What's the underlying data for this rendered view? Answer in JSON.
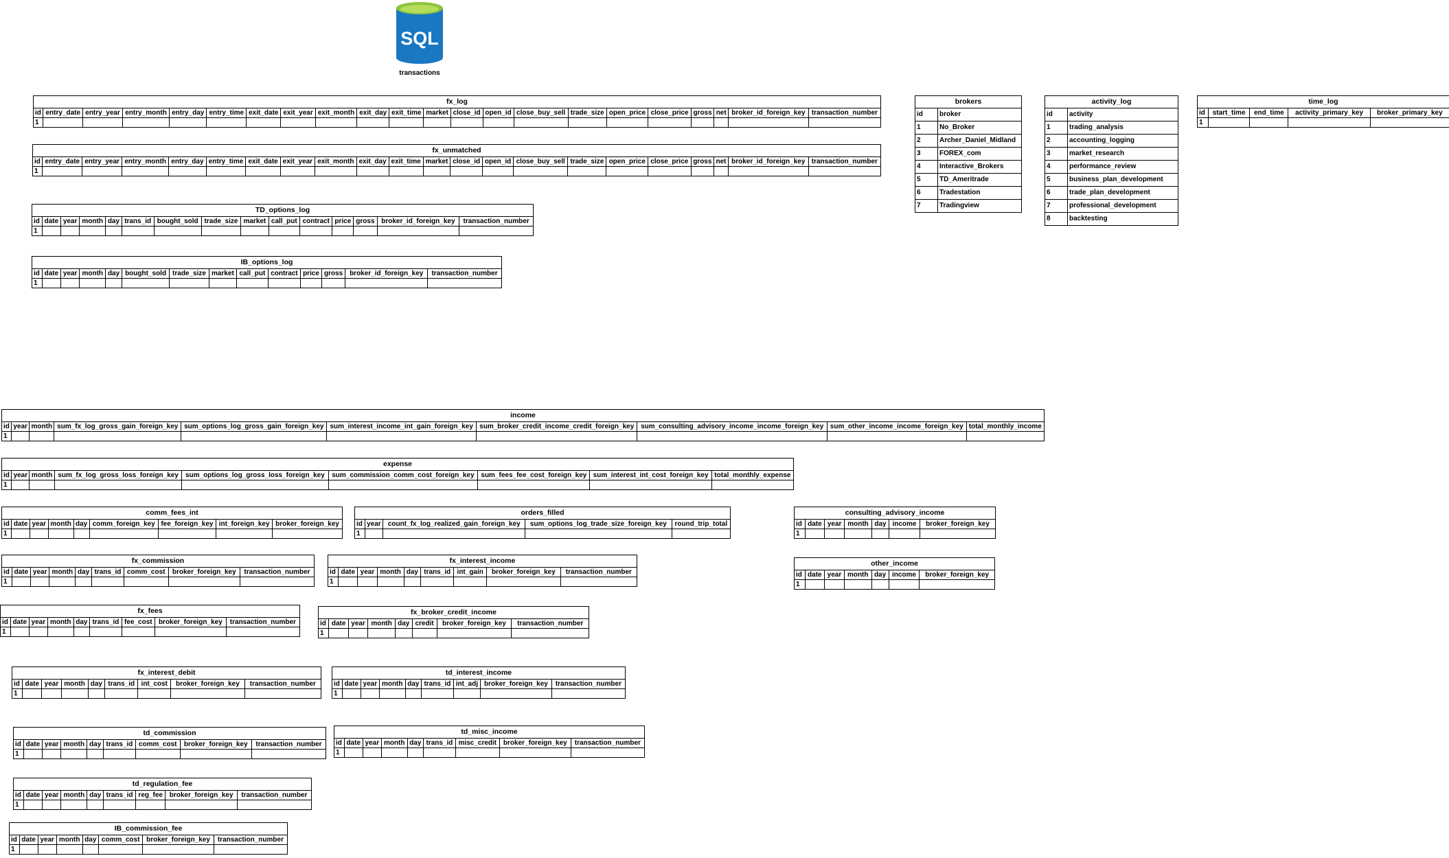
{
  "database": {
    "label": "transactions",
    "icon_text": "SQL",
    "icon": "database-cylinder-icon"
  },
  "colors": {
    "db_body": "#1a77c2",
    "db_top": "#8cc43d",
    "border": "#000000"
  },
  "tables": [
    {
      "id": "fx_log",
      "title": "fx_log",
      "columns": [
        "id",
        "entry_date",
        "entry_year",
        "entry_month",
        "entry_day",
        "entry_time",
        "exit_date",
        "exit_year",
        "exit_month",
        "exit_day",
        "exit_time",
        "market",
        "close_id",
        "open_id",
        "close_buy_sell",
        "trade_size",
        "open_price",
        "close_price",
        "gross",
        "net",
        "broker_id_foreign_key",
        "transaction_number"
      ],
      "rows": [
        [
          "1"
        ]
      ]
    },
    {
      "id": "fx_unmatched",
      "title": "fx_unmatched",
      "columns": [
        "id",
        "entry_date",
        "entry_year",
        "entry_month",
        "entry_day",
        "entry_time",
        "exit_date",
        "exit_year",
        "exit_month",
        "exit_day",
        "exit_time",
        "market",
        "close_id",
        "open_id",
        "close_buy_sell",
        "trade_size",
        "open_price",
        "close_price",
        "gross",
        "net",
        "broker_id_foreign_key",
        "transaction_number"
      ],
      "rows": [
        [
          "1"
        ]
      ]
    },
    {
      "id": "td_options_log",
      "title": "TD_options_log",
      "columns": [
        "id",
        "date",
        "year",
        "month",
        "day",
        "trans_id",
        "bought_sold",
        "trade_size",
        "market",
        "call_put",
        "contract",
        "price",
        "gross",
        "broker_id_foreign_key",
        "transaction_number"
      ],
      "rows": [
        [
          "1"
        ]
      ]
    },
    {
      "id": "ib_options_log",
      "title": "IB_options_log",
      "columns": [
        "id",
        "date",
        "year",
        "month",
        "day",
        "bought_sold",
        "trade_size",
        "market",
        "call_put",
        "contract",
        "price",
        "gross",
        "broker_id_foreign_key",
        "transaction_number"
      ],
      "rows": [
        [
          "1"
        ]
      ]
    },
    {
      "id": "time_log",
      "title": "time_log",
      "columns": [
        "id",
        "start_time",
        "end_time",
        "activity_primary_key",
        "broker_primary_key"
      ],
      "rows": [
        [
          "1"
        ]
      ]
    },
    {
      "id": "income",
      "title": "income",
      "columns": [
        "id",
        "year",
        "month",
        "sum_fx_log_gross_gain_foreign_key",
        "sum_options_log_gross_gain_foreign_key",
        "sum_interest_income_int_gain_foreign_key",
        "sum_broker_credit_income_credit_foreign_key",
        "sum_consulting_advisory_income_income_foreign_key",
        "sum_other_income_income_foreign_key",
        "total_monthly_income"
      ],
      "rows": [
        [
          "1"
        ]
      ]
    },
    {
      "id": "expense",
      "title": "expense",
      "columns": [
        "id",
        "year",
        "month",
        "sum_fx_log_gross_loss_foreign_key",
        "sum_options_log_gross_loss_foreign_key",
        "sum_commission_comm_cost_foreign_key",
        "sum_fees_fee_cost_foreign_key",
        "sum_interest_int_cost_foreign_key",
        "total_monthly_expense"
      ],
      "rows": [
        [
          "1"
        ]
      ]
    },
    {
      "id": "comm_fees_int",
      "title": "comm_fees_int",
      "columns": [
        "id",
        "date",
        "year",
        "month",
        "day",
        "comm_foreign_key",
        "fee_foreign_key",
        "int_foreign_key",
        "broker_foreign_key"
      ],
      "rows": [
        [
          "1"
        ]
      ]
    },
    {
      "id": "orders_filled",
      "title": "orders_filled",
      "columns": [
        "id",
        "year",
        "count_fx_log_realized_gain_foreign_key",
        "sum_options_log_trade_size_foreign_key",
        "round_trip_total"
      ],
      "rows": [
        [
          "1"
        ]
      ]
    },
    {
      "id": "consulting_advisory_income",
      "title": "consulting_advisory_income",
      "columns": [
        "id",
        "date",
        "year",
        "month",
        "day",
        "income",
        "broker_foreign_key"
      ],
      "rows": [
        [
          "1"
        ]
      ]
    },
    {
      "id": "fx_commission",
      "title": "fx_commission",
      "columns": [
        "id",
        "date",
        "year",
        "month",
        "day",
        "trans_id",
        "comm_cost",
        "broker_foreign_key",
        "transaction_number"
      ],
      "rows": [
        [
          "1"
        ]
      ]
    },
    {
      "id": "fx_interest_income",
      "title": "fx_interest_income",
      "columns": [
        "id",
        "date",
        "year",
        "month",
        "day",
        "trans_id",
        "int_gain",
        "broker_foreign_key",
        "transaction_number"
      ],
      "rows": [
        [
          "1"
        ]
      ]
    },
    {
      "id": "other_income",
      "title": "other_income",
      "columns": [
        "id",
        "date",
        "year",
        "month",
        "day",
        "income",
        "broker_foreign_key"
      ],
      "rows": [
        [
          "1"
        ]
      ]
    },
    {
      "id": "fx_fees",
      "title": "fx_fees",
      "columns": [
        "id",
        "date",
        "year",
        "month",
        "day",
        "trans_id",
        "fee_cost",
        "broker_foreign_key",
        "transaction_number"
      ],
      "rows": [
        [
          "1"
        ]
      ]
    },
    {
      "id": "fx_broker_credit_income",
      "title": "fx_broker_credit_income",
      "columns": [
        "id",
        "date",
        "year",
        "month",
        "day",
        "credit",
        "broker_foreign_key",
        "transaction_number"
      ],
      "rows": [
        [
          "1"
        ]
      ]
    },
    {
      "id": "fx_interest_debit",
      "title": "fx_interest_debit",
      "columns": [
        "id",
        "date",
        "year",
        "month",
        "day",
        "trans_id",
        "int_cost",
        "broker_foreign_key",
        "transaction_number"
      ],
      "rows": [
        [
          "1"
        ]
      ]
    },
    {
      "id": "td_interest_income",
      "title": "td_interest_income",
      "columns": [
        "id",
        "date",
        "year",
        "month",
        "day",
        "trans_id",
        "int_adj",
        "broker_foreign_key",
        "transaction_number"
      ],
      "rows": [
        [
          "1"
        ]
      ]
    },
    {
      "id": "td_commission",
      "title": "td_commission",
      "columns": [
        "id",
        "date",
        "year",
        "month",
        "day",
        "trans_id",
        "comm_cost",
        "broker_foreign_key",
        "transaction_number"
      ],
      "rows": [
        [
          "1"
        ]
      ]
    },
    {
      "id": "td_misc_income",
      "title": "td_misc_income",
      "columns": [
        "id",
        "date",
        "year",
        "month",
        "day",
        "trans_id",
        "misc_credit",
        "broker_foreign_key",
        "transaction_number"
      ],
      "rows": [
        [
          "1"
        ]
      ]
    },
    {
      "id": "td_regulation_fee",
      "title": "td_regulation_fee",
      "columns": [
        "id",
        "date",
        "year",
        "month",
        "day",
        "trans_id",
        "reg_fee",
        "broker_foreign_key",
        "transaction_number"
      ],
      "rows": [
        [
          "1"
        ]
      ]
    },
    {
      "id": "ib_commission_fee",
      "title": "IB_commission_fee",
      "columns": [
        "id",
        "date",
        "year",
        "month",
        "day",
        "comm_cost",
        "broker_foreign_key",
        "transaction_number"
      ],
      "rows": [
        [
          "1"
        ]
      ]
    }
  ],
  "lists": [
    {
      "id": "brokers",
      "title": "brokers",
      "header": [
        "id",
        "broker"
      ],
      "rows": [
        [
          "1",
          "No_Broker"
        ],
        [
          "2",
          "Archer_Daniel_Midland"
        ],
        [
          "3",
          "FOREX_com"
        ],
        [
          "4",
          "Interactive_Brokers"
        ],
        [
          "5",
          "TD_Ameritrade"
        ],
        [
          "6",
          "Tradestation"
        ],
        [
          "7",
          "Tradingview"
        ]
      ]
    },
    {
      "id": "activity_log",
      "title": "activity_log",
      "header": [
        "id",
        "activity"
      ],
      "rows": [
        [
          "1",
          "trading_analysis"
        ],
        [
          "2",
          "accounting_logging"
        ],
        [
          "3",
          "market_research"
        ],
        [
          "4",
          "performance_review"
        ],
        [
          "5",
          "business_plan_development"
        ],
        [
          "6",
          "trade_plan_development"
        ],
        [
          "7",
          "professional_development"
        ],
        [
          "8",
          "backtesting"
        ]
      ]
    }
  ]
}
